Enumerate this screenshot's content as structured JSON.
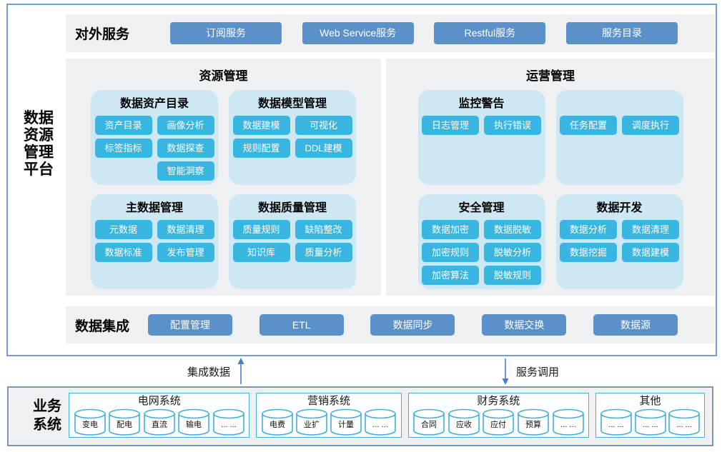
{
  "platform": {
    "label_lines": [
      "数据",
      "资源",
      "管理",
      "平台"
    ]
  },
  "external_services": {
    "label": "对外服务",
    "buttons": [
      "订阅服务",
      "Web Service服务",
      "Restful服务",
      "服务目录"
    ]
  },
  "resource_management": {
    "title": "资源管理",
    "cards": [
      {
        "title": "数据资产目录",
        "rows": [
          [
            "资产目录",
            "画像分析"
          ],
          [
            "标签指标",
            "数据探查"
          ],
          [
            "",
            "智能洞察"
          ]
        ]
      },
      {
        "title": "数据模型管理",
        "rows": [
          [
            "数据建模",
            "可视化"
          ],
          [
            "规则配置",
            "DDL建模"
          ]
        ]
      },
      {
        "title": "主数据管理",
        "rows": [
          [
            "元数据",
            "数据清理"
          ],
          [
            "数据标准",
            "发布管理"
          ]
        ]
      },
      {
        "title": "数据质量管理",
        "rows": [
          [
            "质量规则",
            "缺陷整改"
          ],
          [
            "知识库",
            "质量分析"
          ]
        ]
      }
    ]
  },
  "operation_management": {
    "title": "运营管理",
    "cards": [
      {
        "title": "监控警告",
        "rows": [
          [
            "日志管理",
            "执行错误"
          ]
        ]
      },
      {
        "title": "",
        "rows": [
          [
            "任务配置",
            "调度执行"
          ]
        ]
      },
      {
        "title": "安全管理",
        "rows": [
          [
            "数据加密",
            "数据脱敏"
          ],
          [
            "加密规则",
            "脱敏分析"
          ],
          [
            "加密算法",
            "脱敏规则"
          ]
        ]
      },
      {
        "title": "数据开发",
        "rows": [
          [
            "数据分析",
            "数据清理"
          ],
          [
            "数据挖掘",
            "数据建模"
          ]
        ]
      }
    ]
  },
  "data_integration": {
    "label": "数据集成",
    "buttons": [
      "配置管理",
      "ETL",
      "数据同步",
      "数据交换",
      "数据源"
    ]
  },
  "flows": {
    "integrate_label": "集成数据",
    "invoke_label": "服务调用"
  },
  "business_systems": {
    "label_lines": [
      "业务",
      "系统"
    ],
    "groups": [
      {
        "title": "电网系统",
        "databases": [
          "变电",
          "配电",
          "直流",
          "输电",
          "... ..."
        ]
      },
      {
        "title": "营销系统",
        "databases": [
          "电费",
          "业扩",
          "计量",
          "... ..."
        ]
      },
      {
        "title": "财务系统",
        "databases": [
          "合同",
          "应收",
          "应付",
          "预算",
          "... ..."
        ]
      },
      {
        "title": "其他",
        "databases": [
          "... ...",
          "... ...",
          "... ..."
        ]
      }
    ]
  },
  "colors": {
    "button_blue": "#5b90c9",
    "chip_cyan": "#38b6e1",
    "card_bg": "#cde8f2",
    "panel_bg": "#eef0f1",
    "platform_border": "#6f9fd8",
    "biz_border": "#7e95ab",
    "group_border": "#45b2da",
    "arrow_blue": "#4a7fd0"
  }
}
